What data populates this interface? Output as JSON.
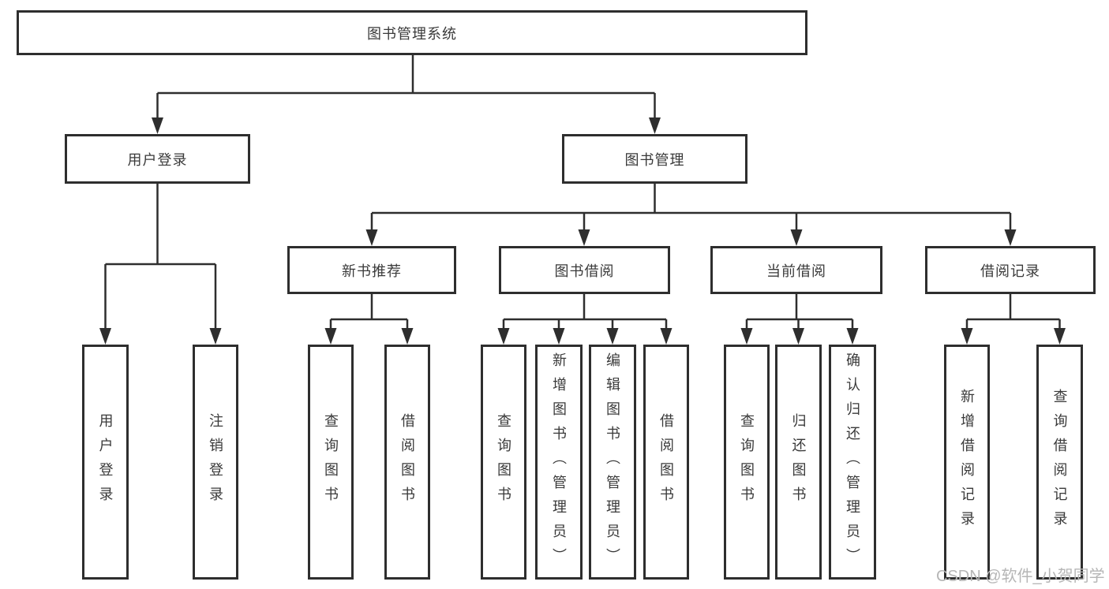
{
  "tree": {
    "root": {
      "label": "图书管理系统"
    },
    "branches": [
      {
        "label": "用户登录",
        "children": [
          "用户登录",
          "注销登录"
        ]
      },
      {
        "label": "图书管理",
        "groups": [
          {
            "label": "新书推荐",
            "children": [
              "查询图书",
              "借阅图书"
            ]
          },
          {
            "label": "图书借阅",
            "children": [
              "查询图书",
              "新增图书（管理员）",
              "编辑图书（管理员）",
              "借阅图书"
            ]
          },
          {
            "label": "当前借阅",
            "children": [
              "查询图书",
              "归还图书",
              "确认归还（管理员）"
            ]
          },
          {
            "label": "借阅记录",
            "children": [
              "新增借阅记录",
              "查询借阅记录"
            ]
          }
        ]
      }
    ]
  },
  "watermark": "CSDN @软件_小贺同学",
  "colors": {
    "line": "#2e2e2e",
    "text": "#3a3a3a",
    "watermark": "#b6b6b6",
    "bg": "#ffffff"
  }
}
